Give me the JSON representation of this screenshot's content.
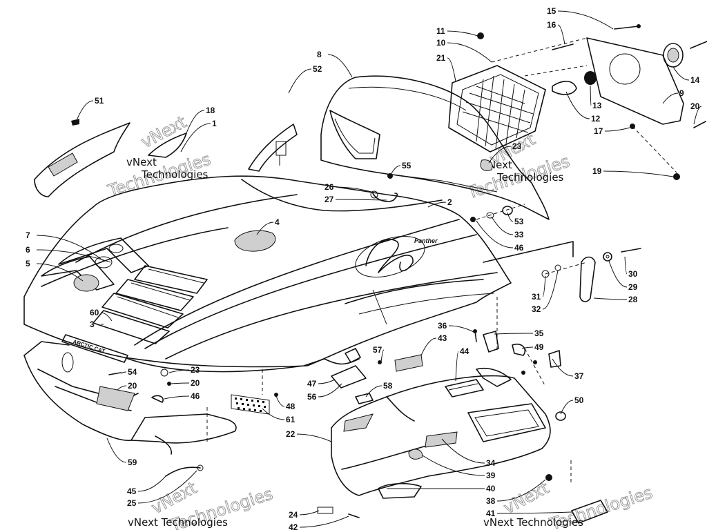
{
  "watermark": {
    "line_a": "vNext",
    "line_b": "Technologies",
    "full": "vNext Technologies"
  },
  "decal": {
    "logo_script": "Panther",
    "brand_text": "ARCTIC CAT"
  },
  "callouts": [
    "15",
    "16",
    "11",
    "10",
    "21",
    "8",
    "52",
    "14",
    "9",
    "20",
    "13",
    "12",
    "17",
    "51",
    "18",
    "1",
    "23",
    "55",
    "19",
    "26",
    "27",
    "2",
    "53",
    "33",
    "46",
    "7",
    "6",
    "5",
    "4",
    "30",
    "29",
    "31",
    "32",
    "28",
    "60",
    "3",
    "36",
    "43",
    "35",
    "49",
    "57",
    "44",
    "37",
    "54",
    "23",
    "20",
    "46",
    "20",
    "47",
    "56",
    "58",
    "50",
    "48",
    "61",
    "59",
    "22",
    "34",
    "39",
    "40",
    "38",
    "45",
    "25",
    "24",
    "41",
    "42",
    "25"
  ]
}
